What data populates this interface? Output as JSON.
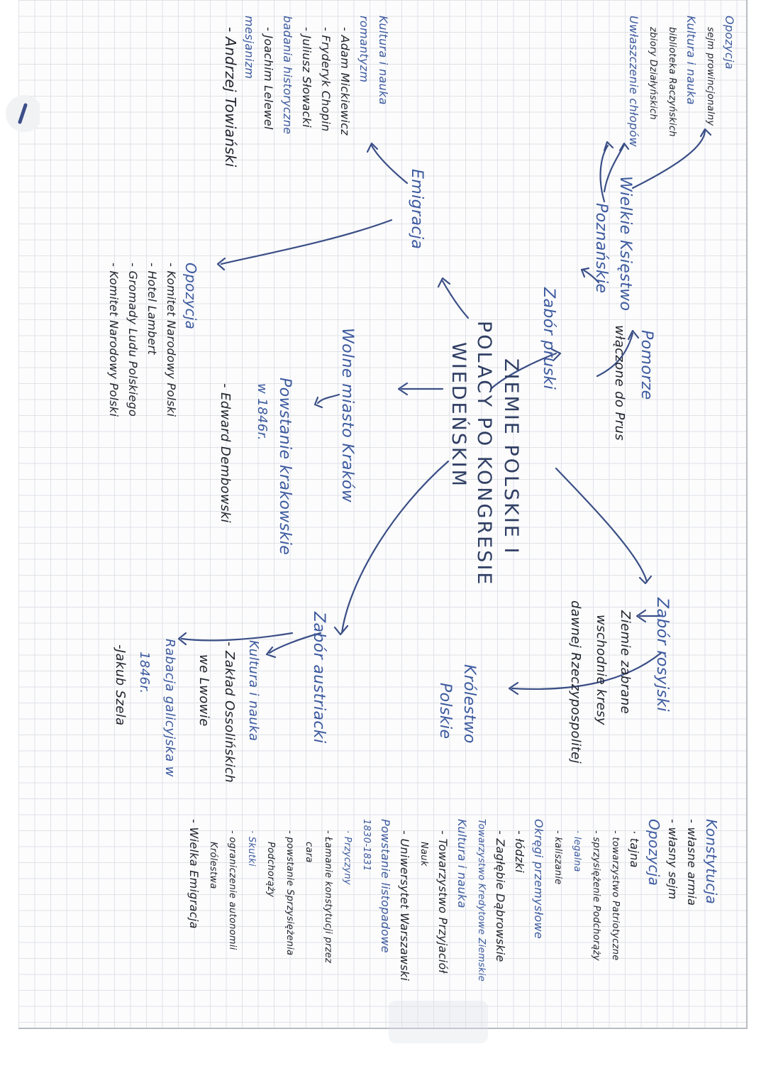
{
  "title": {
    "line1": "ZIEMIE POLSKIE I",
    "line2": "POLACY PO KONGRESIE",
    "line3": "WIEDEŃSKIM"
  },
  "prussian": {
    "heading": "Zabór pruski",
    "pomorze": {
      "title": "Pomorze",
      "note": "włączone do Prus"
    },
    "poznan": {
      "title_a": "Wielkie Księstwo",
      "title_b": "Poznańskie",
      "items": [
        "Opozycja",
        "sejm prowincjonalny",
        "Kultura i nauka",
        "biblioteka Raczyńskich",
        "zbiory Działyńskich",
        "Uwłaszczenie chłopów"
      ]
    }
  },
  "russian": {
    "heading": "Zabór rosyjski",
    "taken": [
      "Ziemie zabrane",
      "wschodnie kresy",
      "dawnej Rzeczypospolitej"
    ],
    "kingdom": {
      "title_a": "Królestwo",
      "title_b": "Polskie"
    },
    "details": [
      "Konstytucja",
      "- własne armia",
      "- własny sejm",
      "Opozycja",
      "· tajna",
      "- towarzystwo Patriotyczne",
      "- sprzysiężenie Podchorąży",
      "· legalna",
      "- kaliszanie",
      "Okręgi przemysłowe",
      "- łódzki",
      "- Zagłębie Dąbrowskie",
      "Towarzystwo Kredytowe Ziemskie",
      "Kultura i nauka",
      "- Towarzystwo Przyjaciół",
      "Nauk",
      "- Uniwersytet Warszawski",
      "Powstanie listopadowe",
      "1830-1831",
      "· Przyczyny",
      "- Łamanie konstytucji przez",
      "cara",
      "- powstanie Sprzysiężenia",
      "Podchorąży",
      "· Skutki",
      "- ograniczenie autonomii",
      "Królestwa",
      "- Wielka Emigracja"
    ]
  },
  "krakow": {
    "heading": "Wolne miasto Kraków",
    "uprising_a": "Powstanie krakowskie",
    "uprising_b": "w 1846r.",
    "leader": "- Edward Dembowski"
  },
  "austrian": {
    "heading": "Zabór austriacki",
    "culture": "Kultura i nauka",
    "ossolineum_a": "- Zakład Ossolińskich",
    "ossolineum_b": "we Lwowie",
    "rabacja_a": "Rabacja galicyjska w",
    "rabacja_b": "1846r.",
    "szela": "-Jakub Szela"
  },
  "emigration": {
    "heading": "Emigracja",
    "culture": [
      "Kultura i nauka",
      "romantyzm",
      "- Adam Mickiewicz",
      "- Fryderyk Chopin",
      "- Juliusz Słowacki",
      "badania historyczne",
      "- Joachim Lelewel",
      "mesjanizm",
      "- Andrzej Towiański"
    ],
    "opposition": [
      "Opozycja",
      "- Komitet Narodowy Polski",
      "- Hotel Lambert",
      "- Gromady Ludu Polskiego",
      "- Komitet Narodowy Polski"
    ]
  },
  "colors": {
    "ink": "#20242c",
    "blue_ink": "#3c5a9e",
    "grid": "#dfe2e6"
  }
}
